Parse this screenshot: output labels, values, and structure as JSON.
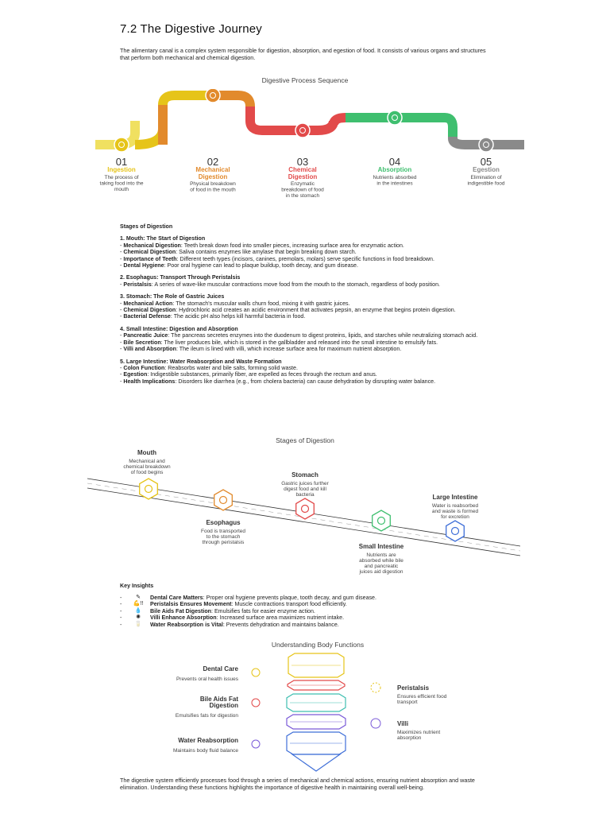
{
  "title": "7.2 The Digestive Journey",
  "intro": "The alimentary canal is a complex system responsible for digestion, absorption, and egestion of food. It consists of various organs and structures that perform both mechanical and chemical digestion.",
  "process_figure": {
    "title": "Digestive Process Sequence",
    "steps": [
      {
        "num": "01",
        "name": "Ingestion",
        "desc": [
          "The process of",
          "taking food into the",
          "mouth"
        ],
        "color": "#e6c419",
        "icon": "food-bowl-icon"
      },
      {
        "num": "02",
        "name": "Mechanical",
        "name2": "Digestion",
        "desc": [
          "Physical breakdown",
          "of food in the mouth"
        ],
        "color": "#e28a2c",
        "icon": "teeth-icon"
      },
      {
        "num": "03",
        "name": "Chemical",
        "name2": "Digestion",
        "desc": [
          "Enzymatic",
          "breakdown of food",
          "in the stomach"
        ],
        "color": "#e24a4a",
        "icon": "enzyme-icon"
      },
      {
        "num": "04",
        "name": "Absorption",
        "desc": [
          "Nutrients absorbed",
          "in the intestines"
        ],
        "color": "#3fbf6f",
        "icon": "intestine-icon"
      },
      {
        "num": "05",
        "name": "Egestion",
        "desc": [
          "Elimination of",
          "indigestible food"
        ],
        "color": "#8a8a8a",
        "icon": "toilet-icon"
      }
    ]
  },
  "stages": {
    "heading": "Stages of Digestion",
    "sections": [
      {
        "heading": "1. Mouth: The Start of Digestion",
        "items": [
          {
            "label": "Mechanical Digestion",
            "text": ": Teeth break down food into smaller pieces, increasing surface area for enzymatic action."
          },
          {
            "label": "Chemical Digestion",
            "text": ": Saliva contains enzymes like amylase that begin breaking down starch."
          },
          {
            "label": "Importance of Teeth",
            "text": ": Different teeth types (incisors, canines, premolars, molars) serve specific functions in food breakdown."
          },
          {
            "label": "Dental Hygiene",
            "text": ": Poor oral hygiene can lead to plaque buildup, tooth decay, and gum disease."
          }
        ]
      },
      {
        "heading": "2. Esophagus: Transport Through Peristalsis",
        "items": [
          {
            "label": "Peristalsis",
            "text": ": A series of wave-like muscular contractions move food from the mouth to the stomach, regardless of body position."
          }
        ]
      },
      {
        "heading": "3. Stomach: The Role of Gastric Juices",
        "items": [
          {
            "label": "Mechanical Action",
            "text": ": The stomach's muscular walls churn food, mixing it with gastric juices."
          },
          {
            "label": "Chemical Digestion",
            "text": ": Hydrochloric acid creates an acidic environment that activates pepsin, an enzyme that begins protein digestion."
          },
          {
            "label": "Bacterial Defense",
            "text": ": The acidic pH also helps kill harmful bacteria in food."
          }
        ]
      },
      {
        "heading": "4. Small Intestine: Digestion and Absorption",
        "items": [
          {
            "label": "Pancreatic Juice",
            "text": ": The pancreas secretes enzymes into the duodenum to digest proteins, lipids, and starches while neutralizing stomach acid."
          },
          {
            "label": "Bile Secretion",
            "text": ": The liver produces bile, which is stored in the gallbladder and released into the small intestine to emulsify fats."
          },
          {
            "label": "Villi and Absorption",
            "text": ": The ileum is lined with villi, which increase surface area for maximum nutrient absorption."
          }
        ]
      },
      {
        "heading": "5. Large Intestine: Water Reabsorption and Waste Formation",
        "items": [
          {
            "label": "Colon Function",
            "text": ": Reabsorbs water and bile salts, forming solid waste."
          },
          {
            "label": "Egestion",
            "text": ": Indigestible substances, primarily fiber, are expelled as feces through the rectum and anus."
          },
          {
            "label": "Health Implications",
            "text": ": Disorders like diarrhea (e.g., from cholera bacteria) can cause dehydration by disrupting water balance."
          }
        ]
      }
    ]
  },
  "stages_figure": {
    "title": "Stages of Digestion",
    "nodes": [
      {
        "name": "Mouth",
        "desc": [
          "Mechanical and",
          "chemical breakdown",
          "of food begins"
        ],
        "color": "#e6c419",
        "icon": "teeth-icon"
      },
      {
        "name": "Esophagus",
        "desc": [
          "Food is transported",
          "to the stomach",
          "through peristalsis"
        ],
        "color": "#e28a2c",
        "icon": "esophagus-icon"
      },
      {
        "name": "Stomach",
        "desc": [
          "Gastric juices further",
          "digest food and kill",
          "bacteria"
        ],
        "color": "#e24a4a",
        "icon": "stomach-icon"
      },
      {
        "name": "Small Intestine",
        "desc": [
          "Nutrients are",
          "absorbed while bile",
          "and pancreatic",
          "juices aid digestion"
        ],
        "color": "#3fbf6f",
        "icon": "small-intestine-icon"
      },
      {
        "name": "Large Intestine",
        "desc": [
          "Water is reabsorbed",
          "and waste is formed",
          "for excretion"
        ],
        "color": "#3f6fd8",
        "icon": "large-intestine-icon"
      }
    ]
  },
  "insights": {
    "heading": "Key Insights",
    "items": [
      {
        "icon": "toothbrush-icon",
        "glyph": "✎",
        "label": "Dental Care Matters",
        "text": ": Proper oral hygiene prevents plaque, tooth decay, and gum disease."
      },
      {
        "icon": "muscle-icon",
        "glyph": "💪!!",
        "label": "Peristalsis Ensures Movement",
        "text": ": Muscle contractions transport food efficiently."
      },
      {
        "icon": "drop-icon",
        "glyph": "💧",
        "label": "Bile Aids Fat Digestion",
        "text": ": Emulsifies fats for easier enzyme action."
      },
      {
        "icon": "villi-icon",
        "glyph": "✺",
        "label": "Villi Enhance Absorption",
        "text": ": Increased surface area maximizes nutrient intake."
      },
      {
        "icon": "water-glass-icon",
        "glyph": "🥛",
        "label": "Water Reabsorption is Vital",
        "text": ": Prevents dehydration and maintains balance."
      }
    ]
  },
  "functions_figure": {
    "title": "Understanding Body Functions",
    "left": [
      {
        "name": "Dental Care",
        "desc": "Prevents oral health issues",
        "icon": "dental-care-icon"
      },
      {
        "name": "Bile Aids Fat",
        "name2": "Digestion",
        "desc": "Emulsifies fats for digestion",
        "icon": "liver-icon"
      },
      {
        "name": "Water Reabsorption",
        "desc": "Maintains body fluid balance",
        "icon": "water-drop-icon"
      }
    ],
    "right": [
      {
        "name": "Peristalsis",
        "desc": [
          "Ensures efficient food",
          "transport"
        ],
        "icon": "peristalsis-icon"
      },
      {
        "name": "Villi",
        "desc": [
          "Maximizes nutrient",
          "absorption"
        ],
        "icon": "villi-icon"
      }
    ],
    "colors": [
      "#e6c419",
      "#e24a4a",
      "#3fbfb0",
      "#7a5ad8",
      "#3f6fd8"
    ]
  },
  "outro": "The digestive system efficiently processes food through a series of mechanical and chemical actions, ensuring nutrient absorption and waste elimination. Understanding these functions highlights the importance of digestive health in maintaining overall well-being."
}
